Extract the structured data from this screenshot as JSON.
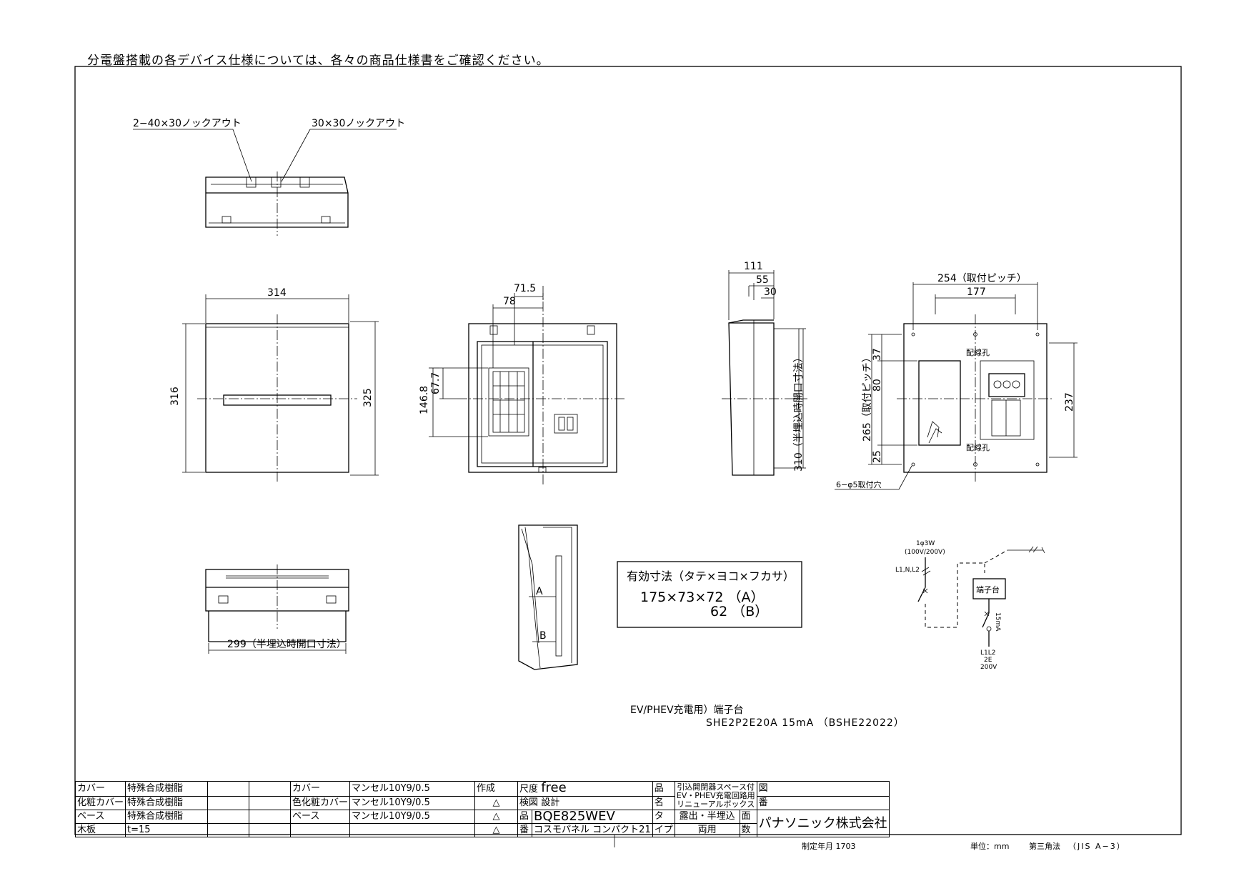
{
  "notice": "分電盤搭載の各デバイス仕様については、各々の商品仕様書をご確認ください。",
  "labels": {
    "knockout_1": "2−40×30ノックアウト",
    "knockout_2": "30×30ノックアウト",
    "dim_314": "314",
    "dim_316": "316",
    "dim_325": "325",
    "dim_715": "71.5",
    "dim_78": "78",
    "dim_677": "67.7",
    "dim_1468": "146.8",
    "dim_111": "111",
    "dim_55": "55",
    "dim_30": "30",
    "dim_310": "310（半埋込時開口寸法）",
    "dim_254": "254（取付ピッチ）",
    "dim_177": "177",
    "dim_37": "37",
    "dim_80": "80",
    "dim_265": "265（取付ピッチ）",
    "dim_25": "25",
    "dim_237": "237",
    "wiring_hole_top": "配線孔",
    "wiring_hole_bottom": "配線孔",
    "mount_holes": "6−φ5取付穴",
    "dim_299": "299（半埋込時開口寸法）",
    "label_a": "A",
    "label_b": "B",
    "effective_title": "有効寸法（タテ×ヨコ×フカサ）",
    "effective_a": "175×73×72 （A）",
    "effective_b": "62 （B）",
    "circuit_1phase": "1φ3W",
    "circuit_voltage": "(100V/200V)",
    "circuit_lines": "L1,N,L2",
    "terminal_block": "端子台",
    "circuit_15ma": "15mA",
    "circuit_out_lines": "L1L2",
    "circuit_2e": "2E",
    "circuit_200v": "200V",
    "ev_label": "EV/PHEV充電用）端子台",
    "ev_model": "SHE2P2E20A 15mA （BSHE22022）"
  },
  "title_block": {
    "r1": [
      "カバー",
      "特殊合成樹脂",
      "",
      "",
      "カバー",
      "マンセル10Y9/0.5",
      "",
      "作成",
      "",
      "尺度",
      "free",
      "品",
      "引込開閉器スペース付",
      "図"
    ],
    "r2": [
      "化粧カバー",
      "特殊合成樹脂",
      "",
      "",
      "色",
      "化粧カバー",
      "マンセル10Y9/0.5",
      "△",
      "",
      "検図",
      "設計",
      "名",
      "EV・PHEV充電回路用",
      "番"
    ],
    "r2b": "リニューアルボックス",
    "r3": [
      "ベース",
      "特殊合成樹脂",
      "",
      "",
      "ベース",
      "マンセル10Y9/0.5",
      "△",
      "品",
      "BQE825WEV",
      "タ",
      "露出・半埋込",
      "面",
      "パナソニック株式会社"
    ],
    "r4": [
      "木板",
      "t=15",
      "",
      "",
      "",
      "",
      "△",
      "番",
      "コスモパネル コンパクト21",
      "イプ",
      "両用",
      "数"
    ],
    "date": "制定年月 1703",
    "unit": "単位：mm",
    "projection": "第三角法",
    "standard": "（JIS A−3）"
  }
}
